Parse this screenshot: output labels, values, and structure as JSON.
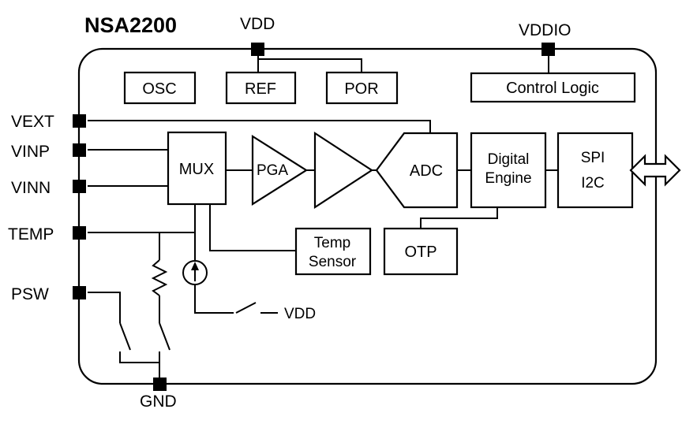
{
  "diagram": {
    "title": "NSA2200",
    "pins": {
      "vdd": "VDD",
      "vddio": "VDDIO",
      "vext": "VEXT",
      "vinp": "VINP",
      "vinn": "VINN",
      "temp": "TEMP",
      "psw": "PSW",
      "gnd": "GND"
    },
    "blocks": {
      "osc": "OSC",
      "ref": "REF",
      "por": "POR",
      "control_logic": "Control Logic",
      "mux": "MUX",
      "pga": "PGA",
      "adc": "ADC",
      "digital_engine": {
        "line1": "Digital",
        "line2": "Engine"
      },
      "serial_if": {
        "line1": "SPI",
        "line2": "I2C"
      },
      "temp_sensor": {
        "line1": "Temp",
        "line2": "Sensor"
      },
      "otp": "OTP"
    },
    "annotations": {
      "switch_net": "VDD"
    },
    "colors": {
      "line": "#000000",
      "block_fill": "#ffffff",
      "pad_fill": "#000000",
      "background": "#ffffff"
    }
  }
}
